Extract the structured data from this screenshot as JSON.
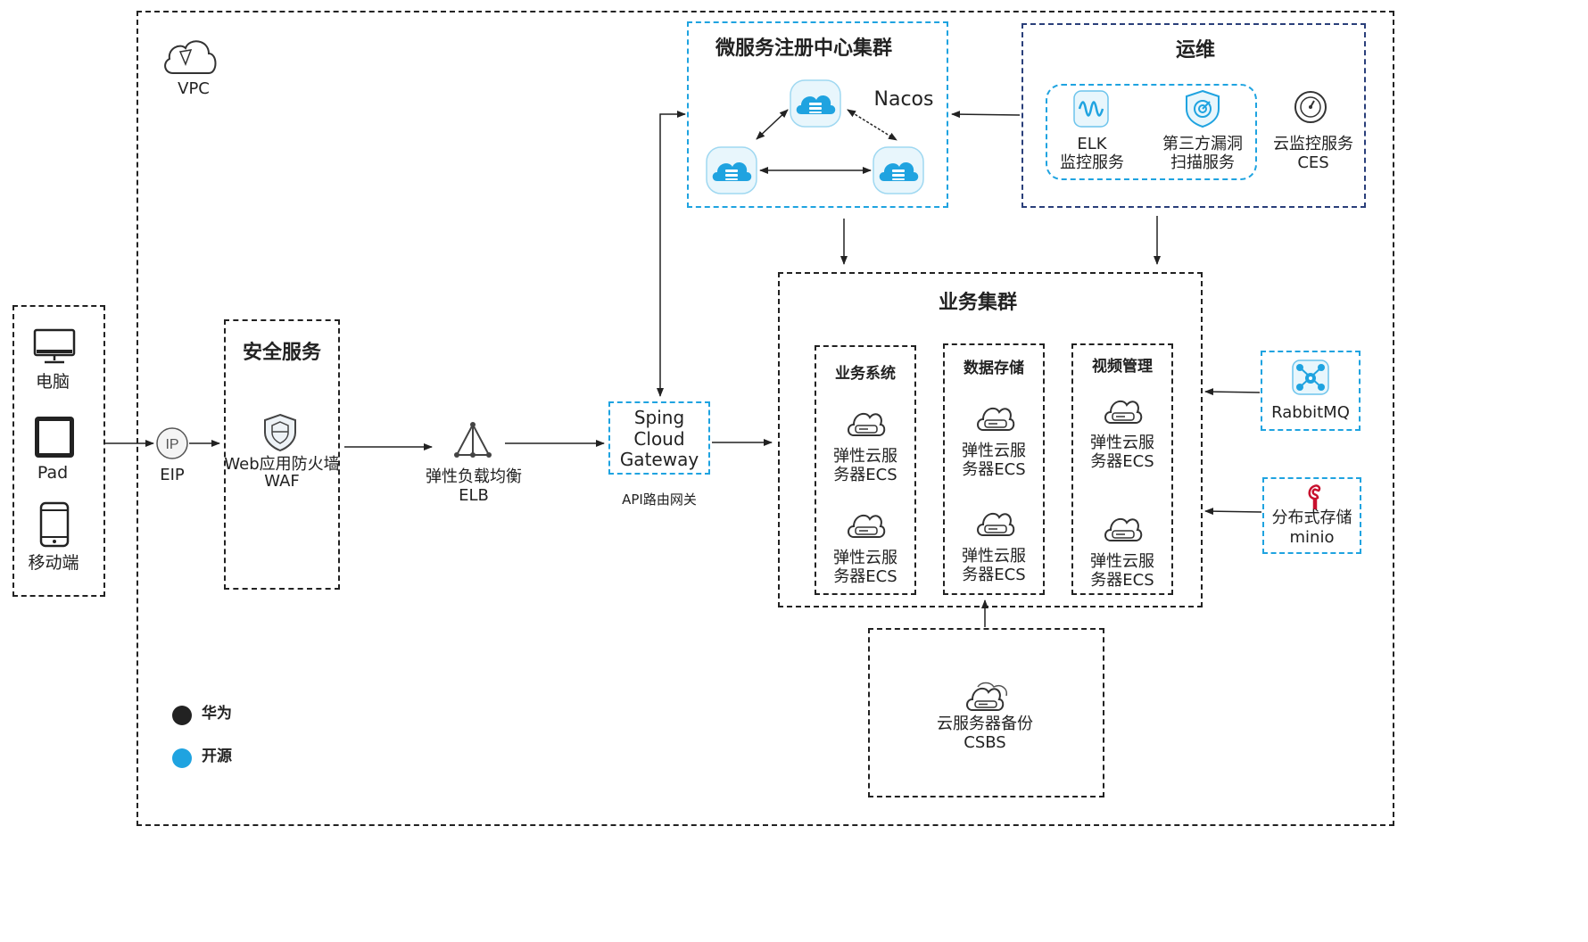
{
  "vpc": {
    "label": "VPC"
  },
  "clients": {
    "items": [
      {
        "label": "电脑",
        "icon": "monitor-icon"
      },
      {
        "label": "Pad",
        "icon": "tablet-icon"
      },
      {
        "label": "移动端",
        "icon": "mobile-phone-icon"
      }
    ]
  },
  "eip": {
    "label": "EIP",
    "icon_text": "IP"
  },
  "security": {
    "title": "安全服务",
    "waf_line1": "Web应用防火墙",
    "waf_line2": "WAF",
    "icon": "shield-icon"
  },
  "elb": {
    "line1": "弹性负载均衡",
    "line2": "ELB",
    "icon": "load-balancer-icon"
  },
  "gateway": {
    "line1": "Sping",
    "line2": "Cloud",
    "line3": "Gateway",
    "caption": "API路由网关"
  },
  "registry": {
    "title": "微服务注册中心集群",
    "nacos": "Nacos",
    "icon": "cloud-server-icon"
  },
  "ops": {
    "title": "运维",
    "items": [
      {
        "line1": "ELK",
        "line2": "监控服务",
        "icon": "elk-wave-icon"
      },
      {
        "line1": "第三方漏洞",
        "line2": "扫描服务",
        "icon": "scan-shield-icon"
      },
      {
        "line1": "云监控服务",
        "line2": "CES",
        "icon": "gauge-icon"
      }
    ]
  },
  "business": {
    "title": "业务集群",
    "columns": [
      {
        "title": "业务系统",
        "servers": [
          {
            "line1": "弹性云服",
            "line2": "务器ECS"
          },
          {
            "line1": "弹性云服",
            "line2": "务器ECS"
          }
        ]
      },
      {
        "title": "数据存储",
        "servers": [
          {
            "line1": "弹性云服",
            "line2": "务器ECS"
          },
          {
            "line1": "弹性云服",
            "line2": "务器ECS"
          }
        ]
      },
      {
        "title": "视频管理",
        "servers": [
          {
            "line1": "弹性云服",
            "line2": "务器ECS"
          },
          {
            "line1": "弹性云服",
            "line2": "务器ECS"
          }
        ]
      }
    ]
  },
  "rabbitmq": {
    "label": "RabbitMQ",
    "icon": "rabbitmq-icon"
  },
  "minio": {
    "line1": "分布式存储",
    "line2": "minio",
    "icon": "minio-flamingo-icon"
  },
  "backup": {
    "line1": "云服务器备份",
    "line2": "CSBS",
    "icon": "cloud-backup-icon"
  },
  "legend": {
    "items": [
      {
        "label": "华为",
        "color": "#222222"
      },
      {
        "label": "开源",
        "color": "#1fa3e0"
      }
    ]
  },
  "colors": {
    "accent": "#1fa3e0",
    "dark": "#222222",
    "navy": "#2a3f7a"
  }
}
